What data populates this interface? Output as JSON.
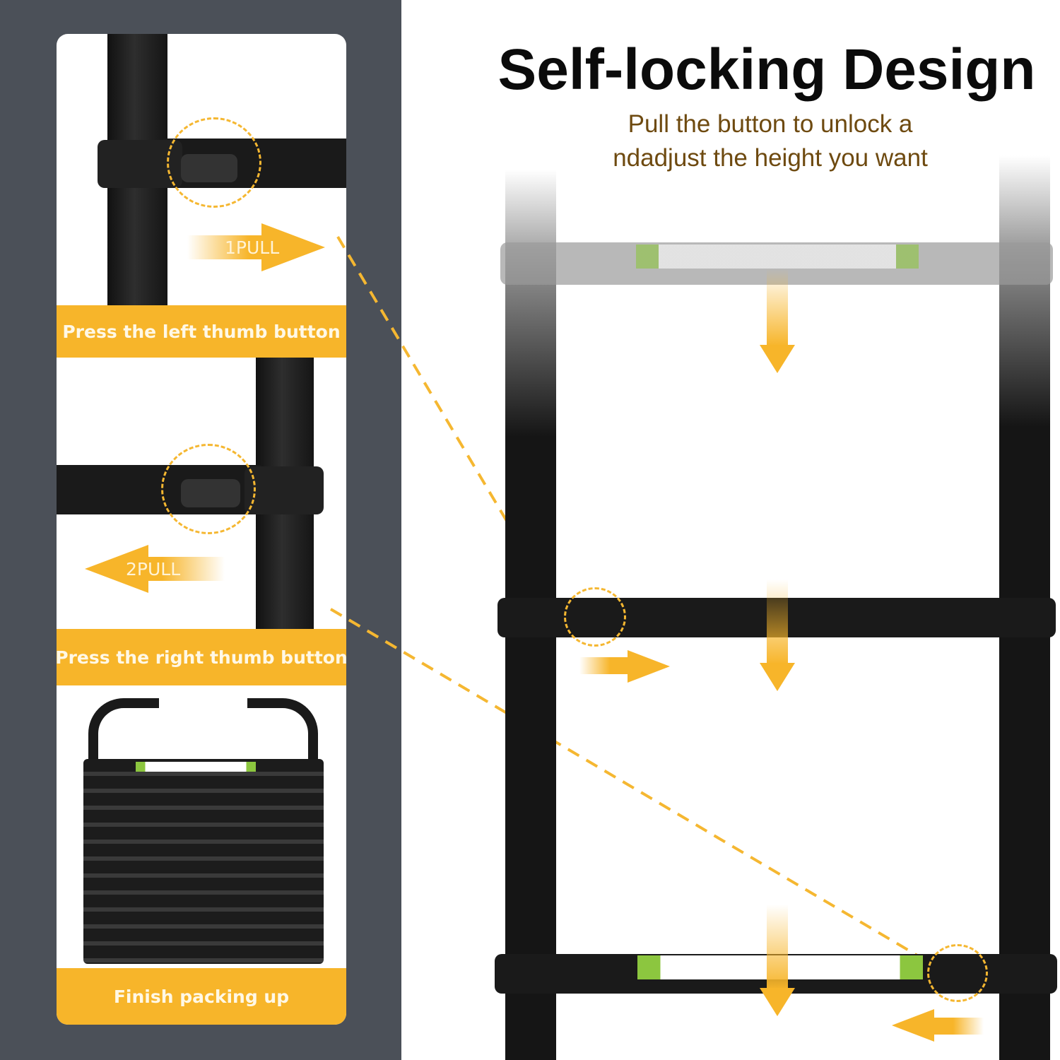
{
  "header": {
    "title": "Self-locking Design",
    "subtitle_line1": "Pull the button to unlock a",
    "subtitle_line2": "ndadjust the height you want"
  },
  "steps": [
    {
      "pull_label": "1PULL",
      "caption": "Press the left thumb button"
    },
    {
      "pull_label": "2PULL",
      "caption": "Press the right thumb button"
    },
    {
      "caption": "Finish packing up"
    }
  ],
  "colors": {
    "accent": "#f7b52a",
    "panel": "#4b5058",
    "subtitle": "#6e4a10",
    "ladder": "#1a1a1a"
  }
}
